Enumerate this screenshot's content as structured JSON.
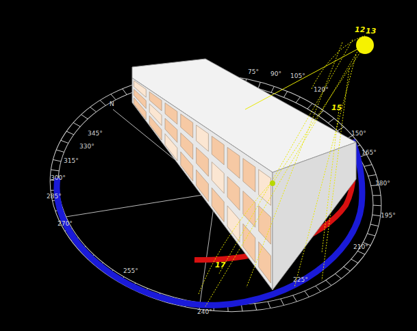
{
  "diagram": {
    "labels": [
      "N",
      "345°",
      "330°",
      "315°",
      "300°",
      "285°",
      "270°",
      "255°",
      "240°",
      "225°",
      "210°",
      "195°",
      "180°",
      "165°",
      "150°",
      "120°",
      "105°",
      "90°",
      "75°",
      "12",
      "13",
      "15",
      "17"
    ]
  }
}
